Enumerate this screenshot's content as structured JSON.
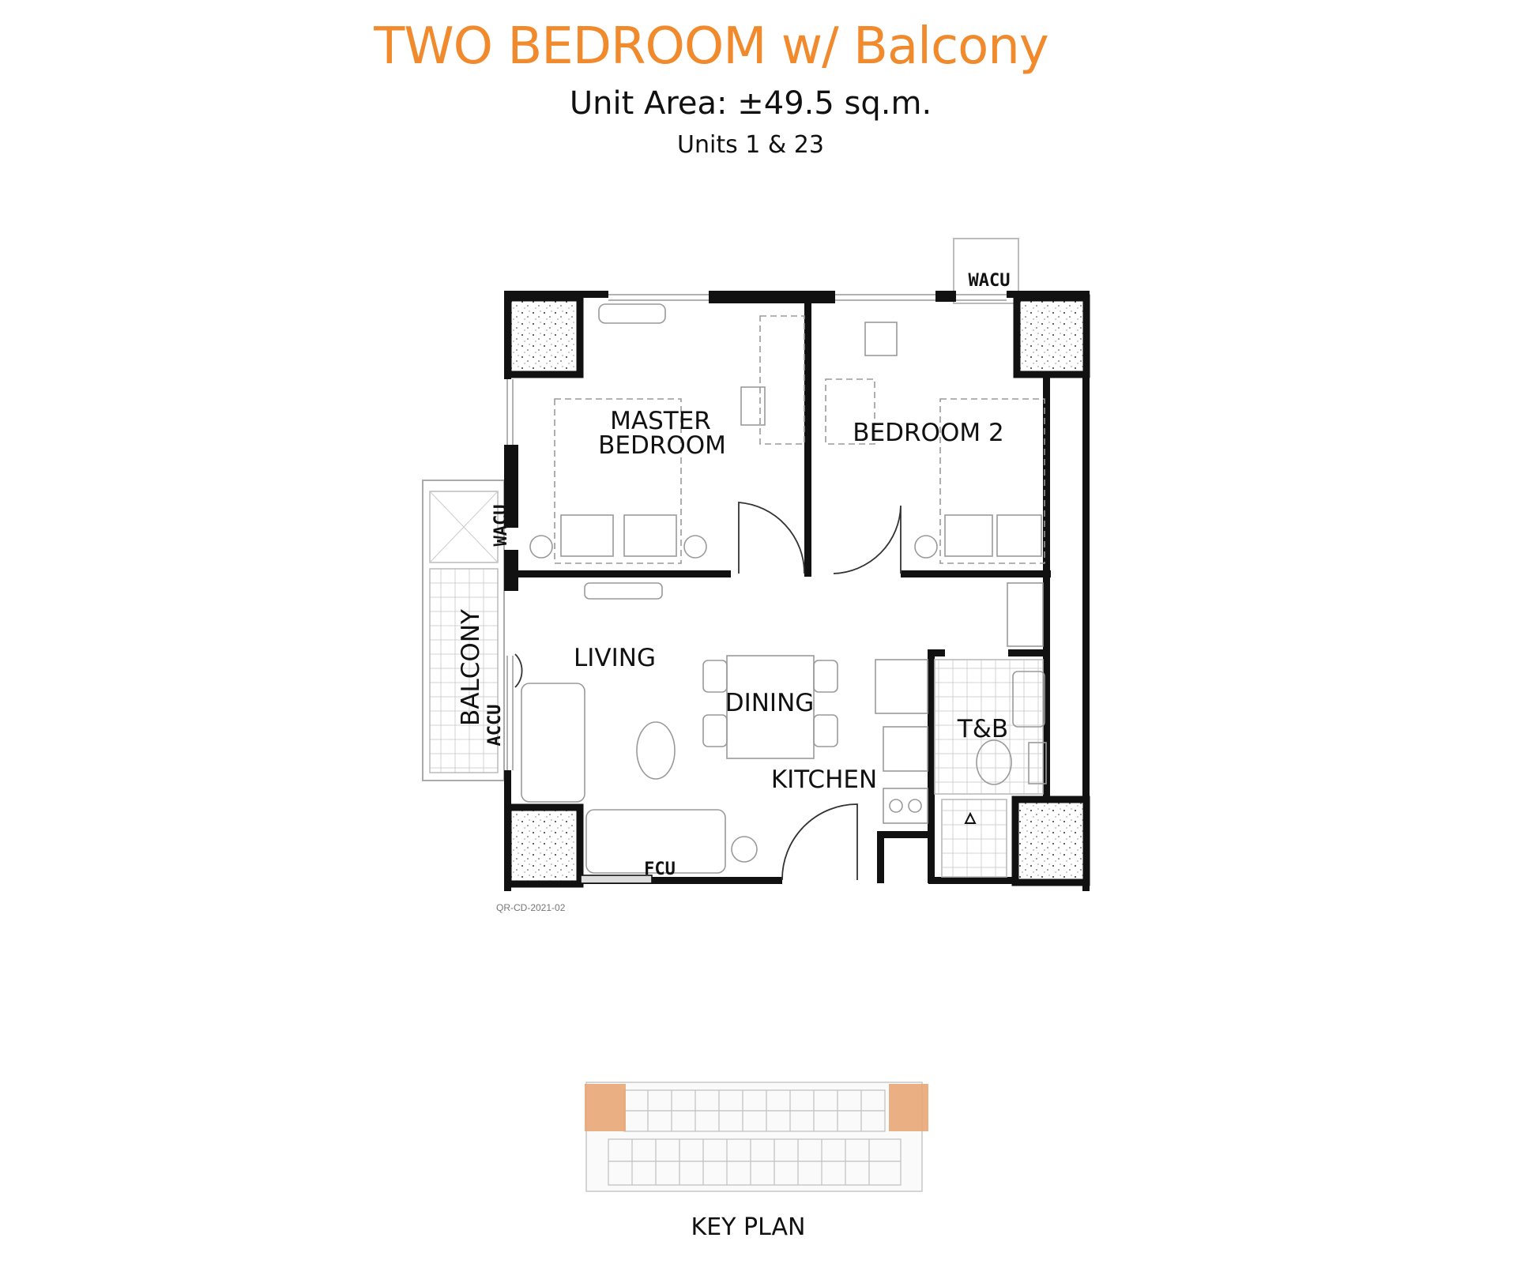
{
  "header": {
    "title": "TWO BEDROOM w/ Balcony",
    "area_label": "Unit Area:",
    "area_value": "±49.5 sq.m.",
    "units": "Units 1 & 23"
  },
  "rooms": {
    "master_line1": "MASTER",
    "master_line2": "BEDROOM",
    "bedroom2": "BEDROOM 2",
    "living": "LIVING",
    "dining": "DINING",
    "kitchen": "KITCHEN",
    "tb": "T&B",
    "balcony": "BALCONY",
    "wacu_top": "WACU",
    "wacu_left": "WACU",
    "accu": "ACCU",
    "fcu": "FCU"
  },
  "drawing_code": "QR-CD-2021-02",
  "key_plan": {
    "label": "KEY PLAN",
    "highlight_color": "#e8a676"
  },
  "colors": {
    "title": "#f08a2c",
    "wall": "#111111",
    "furniture": "#9a9a9a"
  }
}
